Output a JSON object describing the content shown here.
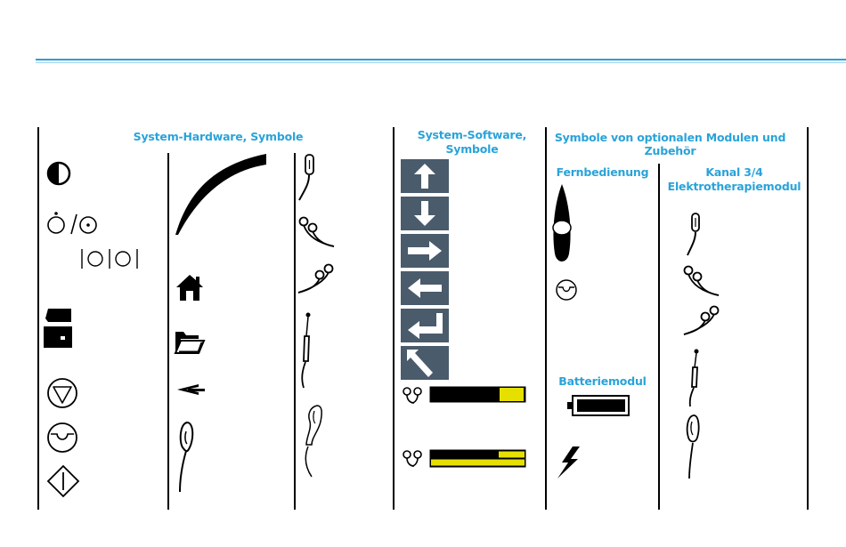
{
  "headers": {
    "hardware": "System-Hardware, Symbole",
    "software_line1": "System-Software,",
    "software_line2": "Symbole",
    "optional_line1": "Symbole von optionalen Modulen und",
    "optional_line2": "Zubehör",
    "remote": "Fernbedienung",
    "channel_line1": "Kanal 3/4",
    "channel_line2": "Elektrotherapiemodul",
    "battery": "Batteriemodul"
  },
  "colors": {
    "accent_blue": "#29a3d9",
    "button_gray": "#4a5b6c",
    "meter_yellow": "#e6e000"
  },
  "icons": {
    "hardware_col1": [
      "contrast-icon",
      "on-off-icon",
      "output-select-icon",
      "cart-icon",
      "down-triangle-icon",
      "pause-icon",
      "start-icon"
    ],
    "hardware_col2": [
      "intensity-curve-icon",
      "home-icon",
      "folder-icon",
      "back-arrow-icon",
      "probe-icon"
    ],
    "hardware_col3": [
      "vaginal-probe-icon",
      "electrode-pair-icon",
      "electrode-pair-2-icon",
      "needle-probe-icon",
      "rectal-probe-icon"
    ],
    "software_buttons": [
      "arrow-up-icon",
      "arrow-down-icon",
      "arrow-right-icon",
      "arrow-left-icon",
      "enter-icon",
      "cursor-icon"
    ],
    "remote": [
      "remote-control-icon",
      "pause-icon"
    ],
    "battery": [
      "battery-icon",
      "lightning-icon"
    ],
    "channel": [
      "vaginal-probe-icon",
      "electrode-pair-icon",
      "electrode-pair-2-icon",
      "needle-probe-icon",
      "rectal-probe-icon"
    ]
  },
  "meters": [
    {
      "name": "channel-meter-1",
      "fill_fraction": 0.73
    },
    {
      "name": "channel-meter-2",
      "fill_fraction": 0.72
    }
  ]
}
